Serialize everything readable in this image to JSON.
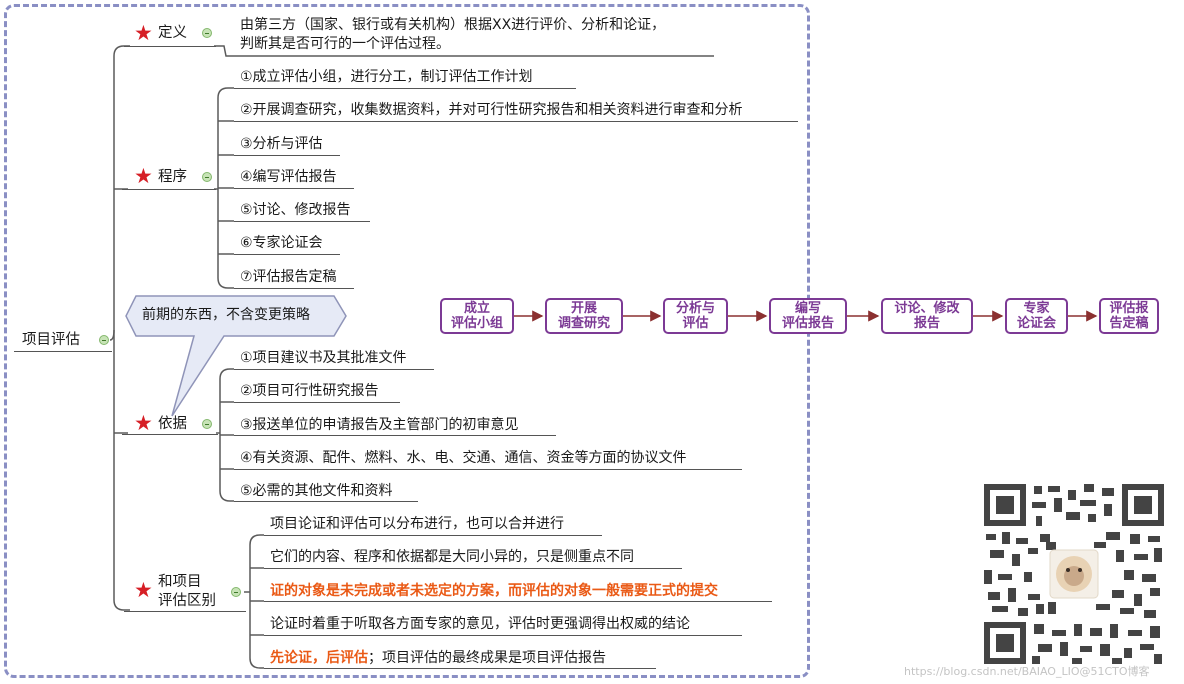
{
  "root": {
    "label": "项目评估"
  },
  "branches": {
    "definition": {
      "label": "定义",
      "text_line1": "由第三方（国家、银行或有关机构）根据XX进行评价、分析和论证，",
      "text_line2": "判断其是否可行的一个评估过程。"
    },
    "procedure": {
      "label": "程序",
      "steps": [
        "①成立评估小组，进行分工，制订评估工作计划",
        "②开展调查研究，收集数据资料，并对可行性研究报告和相关资料进行审查和分析",
        "③分析与评估",
        "④编写评估报告",
        "⑤讨论、修改报告",
        "⑥专家论证会",
        "⑦评估报告定稿"
      ]
    },
    "basis": {
      "label": "依据",
      "callout": "前期的东西，不含变更策略",
      "items": [
        "①项目建议书及其批准文件",
        "②项目可行性研究报告",
        "③报送单位的申请报告及主管部门的初审意见",
        "④有关资源、配件、燃料、水、电、交通、通信、资金等方面的协议文件",
        "⑤必需的其他文件和资料"
      ]
    },
    "difference": {
      "label_line1": "和项目",
      "label_line2": "评估区别",
      "items": [
        "项目论证和评估可以分布进行，也可以合并进行",
        "它们的内容、程序和依据都是大同小异的，只是侧重点不同",
        "证的对象是未完成或者未选定的方案，而评估的对象一般需要正式的提交",
        "论证时着重于听取各方面专家的意见，评估时更强调得出权威的结论"
      ],
      "last_highlight": "先论证，后评估",
      "last_rest": "；项目评估的最终成果是项目评估报告"
    }
  },
  "flowchart": {
    "boxes": [
      {
        "line1": "成立",
        "line2": "评估小组"
      },
      {
        "line1": "开展",
        "line2": "调查研究"
      },
      {
        "line1": "分析与",
        "line2": "评估"
      },
      {
        "line1": "编写",
        "line2": "评估报告"
      },
      {
        "line1": "讨论、修改",
        "line2": "报告"
      },
      {
        "line1": "专家",
        "line2": "论证会"
      },
      {
        "line1": "评估报",
        "line2": "告定稿"
      }
    ]
  },
  "watermark": "https://blog.csdn.net/BAIAO_LIO@51CTO博客",
  "colors": {
    "frame": "#8a8fc4",
    "flow": "#7c3a95",
    "arrow": "#8b3030",
    "highlight": "#ea5a16",
    "star": "#d61f26"
  }
}
